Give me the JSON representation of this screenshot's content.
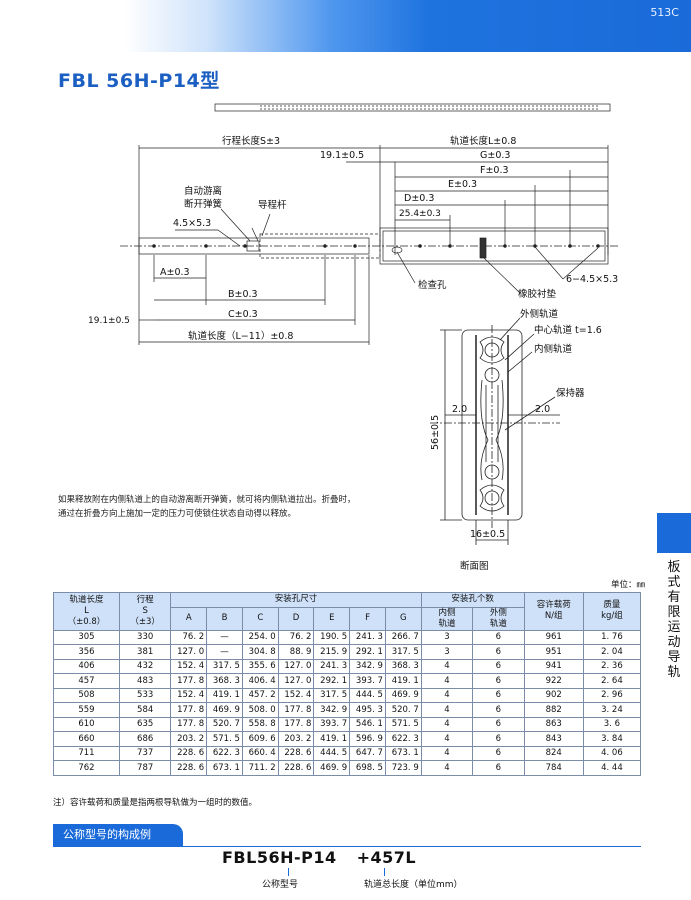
{
  "page_number": "513C",
  "title": "FBL 56H-P14型",
  "side_label": "板式有限运动导轨",
  "drawing": {
    "stroke_length": "行程长度S±3",
    "rail_length": "轨道长度L±0.8",
    "dim_19_1_top": "19.1±0.5",
    "dim_g": "G±0.3",
    "dim_f": "F±0.3",
    "dim_e": "E±0.3",
    "dim_d": "D±0.3",
    "dim_25_4": "25.4±0.3",
    "auto_release_spring": [
      "自动游离",
      "断开弹簧"
    ],
    "guide_rod": "导程杆",
    "hole_4_5": "4.5×5.3",
    "dim_a": "A±0.3",
    "dim_b": "B±0.3",
    "dim_c": "C±0.3",
    "dim_19_1_bottom": "19.1±0.5",
    "rail_length_l11": "轨道长度（L−11）±0.8",
    "holes_6": "6−4.5×5.3",
    "inspection_hole": "检查孔",
    "rubber_pad": "橡胶衬垫",
    "outer_rail": "外侧轨道",
    "center_rail": "中心轨道 t=1.6",
    "inner_rail": "内侧轨道",
    "retainer": "保持器",
    "gap_left": "2.0",
    "gap_right": "2.0",
    "height": "56±0.5",
    "width": "16±0.5"
  },
  "note": "如果释放附在内侧轨道上的自动游离断开弹簧，就可将内侧轨道拉出。折叠时，通过在折叠方向上施加一定的压力可使锁住状态自动得以释放。",
  "cross_section_label": "断面图",
  "unit_label": "单位：㎜",
  "table": {
    "head_rail": [
      "轨道长度",
      "L",
      "（±0.8）"
    ],
    "head_stroke": [
      "行程",
      "S",
      "（±3）"
    ],
    "head_mount": "安装孔尺寸",
    "head_cols": [
      "A",
      "B",
      "C",
      "D",
      "E",
      "F",
      "G"
    ],
    "head_holes": "安装孔个数",
    "head_inner": [
      "内侧",
      "轨道"
    ],
    "head_outer": [
      "外侧",
      "轨道"
    ],
    "head_load": [
      "容许载荷",
      "N/组"
    ],
    "head_mass": [
      "质量",
      "kg/组"
    ],
    "rows": [
      [
        "305",
        "330",
        "76. 2",
        "—",
        "254. 0",
        "76. 2",
        "190. 5",
        "241. 3",
        "266. 7",
        "3",
        "6",
        "961",
        "1. 76"
      ],
      [
        "356",
        "381",
        "127. 0",
        "—",
        "304. 8",
        "88. 9",
        "215. 9",
        "292. 1",
        "317. 5",
        "3",
        "6",
        "951",
        "2. 04"
      ],
      [
        "406",
        "432",
        "152. 4",
        "317. 5",
        "355. 6",
        "127. 0",
        "241. 3",
        "342. 9",
        "368. 3",
        "4",
        "6",
        "941",
        "2. 36"
      ],
      [
        "457",
        "483",
        "177. 8",
        "368. 3",
        "406. 4",
        "127. 0",
        "292. 1",
        "393. 7",
        "419. 1",
        "4",
        "6",
        "922",
        "2. 64"
      ],
      [
        "508",
        "533",
        "152. 4",
        "419. 1",
        "457. 2",
        "152. 4",
        "317. 5",
        "444. 5",
        "469. 9",
        "4",
        "6",
        "902",
        "2. 96"
      ],
      [
        "559",
        "584",
        "177. 8",
        "469. 9",
        "508. 0",
        "177. 8",
        "342. 9",
        "495. 3",
        "520. 7",
        "4",
        "6",
        "882",
        "3. 24"
      ],
      [
        "610",
        "635",
        "177. 8",
        "520. 7",
        "558. 8",
        "177. 8",
        "393. 7",
        "546. 1",
        "571. 5",
        "4",
        "6",
        "863",
        "3. 6"
      ],
      [
        "660",
        "686",
        "203. 2",
        "571. 5",
        "609. 6",
        "203. 2",
        "419. 1",
        "596. 9",
        "622. 3",
        "4",
        "6",
        "843",
        "3. 84"
      ],
      [
        "711",
        "737",
        "228. 6",
        "622. 3",
        "660. 4",
        "228. 6",
        "444. 5",
        "647. 7",
        "673. 1",
        "4",
        "6",
        "824",
        "4. 06"
      ],
      [
        "762",
        "787",
        "228. 6",
        "673. 1",
        "711. 2",
        "228. 6",
        "469. 9",
        "698. 5",
        "723. 9",
        "4",
        "6",
        "784",
        "4. 44"
      ]
    ]
  },
  "footnote": "注）容许载荷和质量是指两根导轨做为一组时的数值。",
  "example": {
    "tab_label": "公称型号的构成例",
    "model": "FBL56H-P14",
    "suffix": "+457L",
    "model_caption": "公称型号",
    "suffix_caption": "轨道总长度（单位mm）"
  },
  "colors": {
    "brand_blue": "#1a6bd9",
    "title_blue": "#1b5fc2",
    "table_header": "#cfe1f8"
  }
}
